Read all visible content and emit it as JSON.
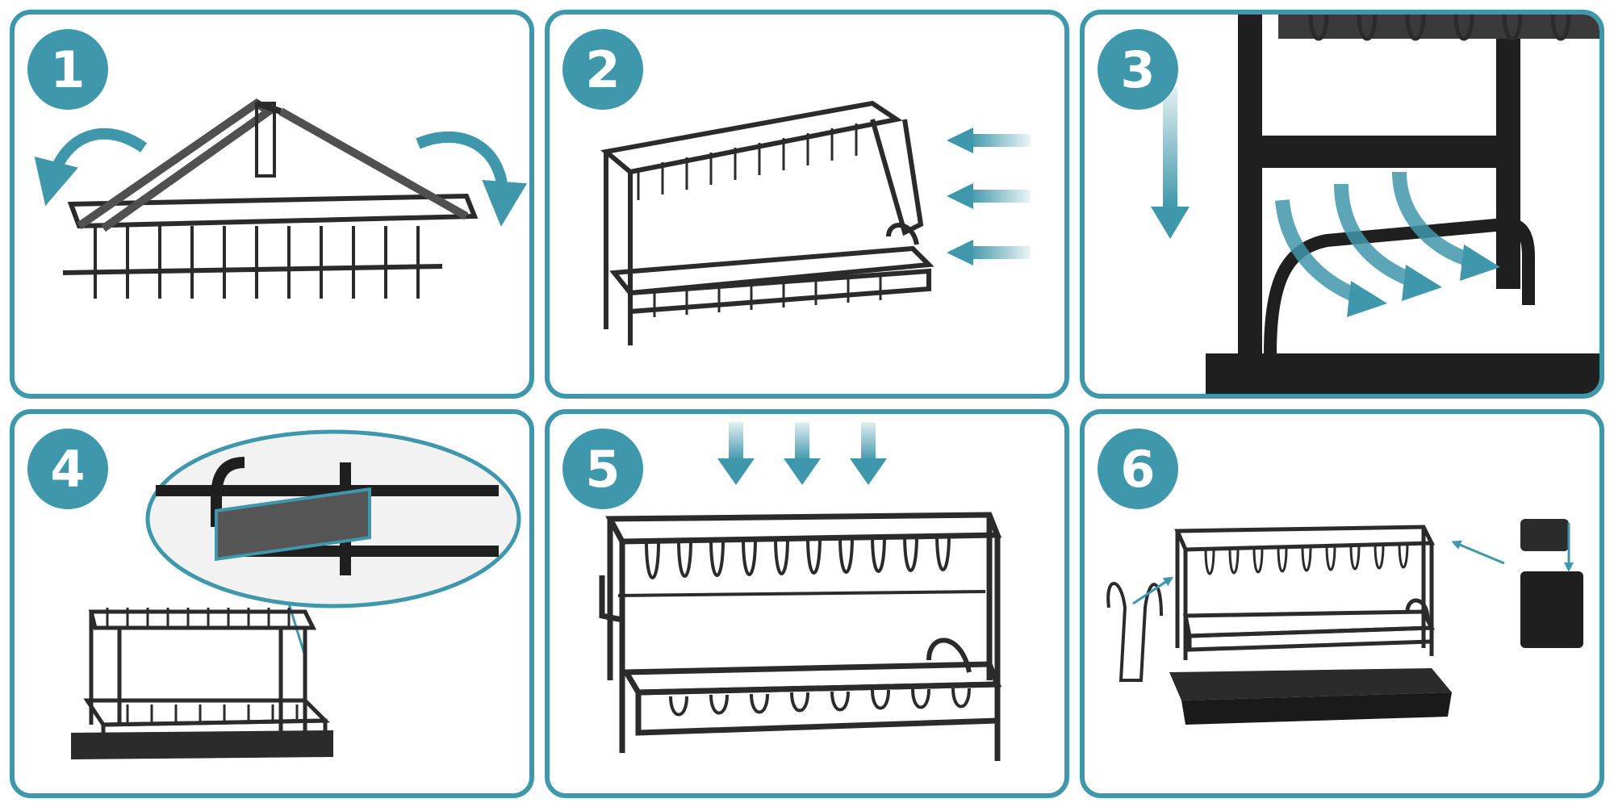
{
  "steps": [
    {
      "number": "1"
    },
    {
      "number": "2"
    },
    {
      "number": "3"
    },
    {
      "number": "4"
    },
    {
      "number": "5"
    },
    {
      "number": "6"
    }
  ],
  "colors": {
    "accent": "#3f97ab",
    "rack": "#2b2b2b",
    "background": "#ffffff"
  }
}
